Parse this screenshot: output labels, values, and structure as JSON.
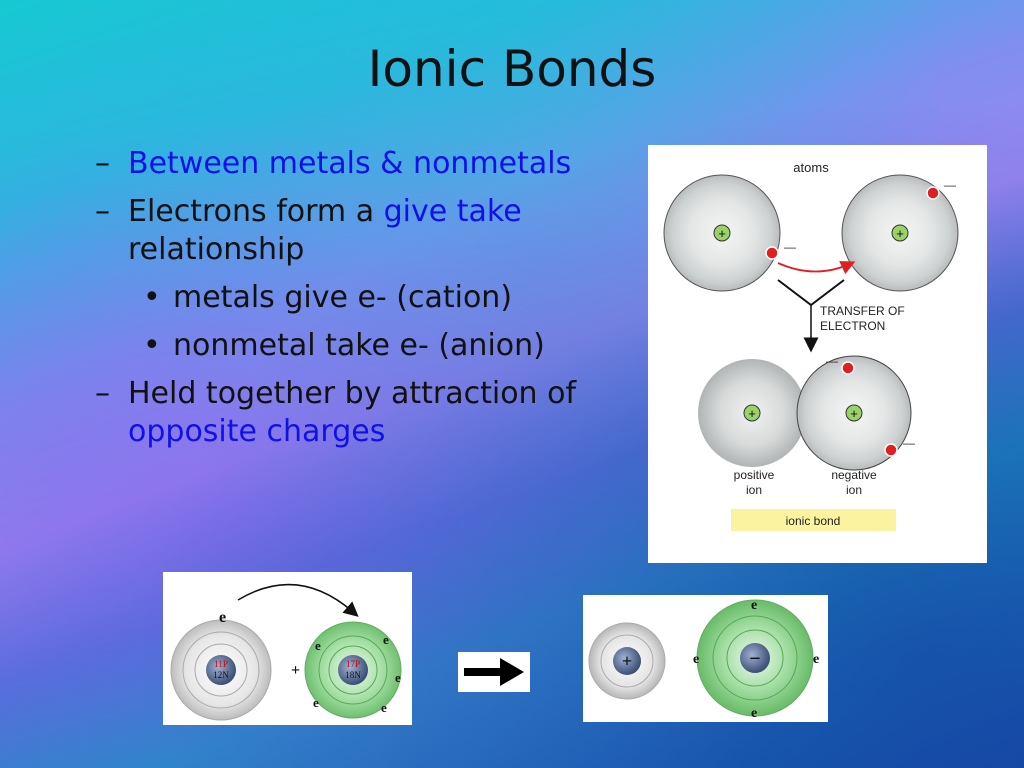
{
  "slide": {
    "title": "Ionic Bonds",
    "bullets": {
      "b1": "Between metals & nonmetals",
      "b2_pre": "Electrons form a ",
      "b2_hl": "give take",
      "b2_post": "relationship",
      "b3": "metals give e- (cation)",
      "b4": "nonmetal take e- (anion)",
      "b5_pre": "Held together by attraction of",
      "b5_hl": "opposite charges"
    },
    "dash": "–",
    "dot": "•"
  },
  "diagram": {
    "atoms_label": "atoms",
    "transfer_label_1": "TRANSFER OF",
    "transfer_label_2": "ELECTRON",
    "positive_ion_1": "positive",
    "positive_ion_2": "ion",
    "negative_ion_1": "negative",
    "negative_ion_2": "ion",
    "ionic_bond": "ionic bond",
    "plus": "+",
    "minus": "—"
  },
  "bottom": {
    "electron": "e",
    "electron_sup": "-",
    "na_p": "11P",
    "na_n": "12N",
    "cl_p": "17P",
    "cl_n": "18N",
    "plus": "+",
    "cation_sign": "+",
    "anion_sign": "−"
  },
  "colors": {
    "highlight_text": "#1010e8",
    "electron_red": "#e02020",
    "ionic_bond_bg": "#fbf3a0",
    "nucleus_green": "#9ad26a",
    "chlorine_shell": "#7fd07f"
  }
}
